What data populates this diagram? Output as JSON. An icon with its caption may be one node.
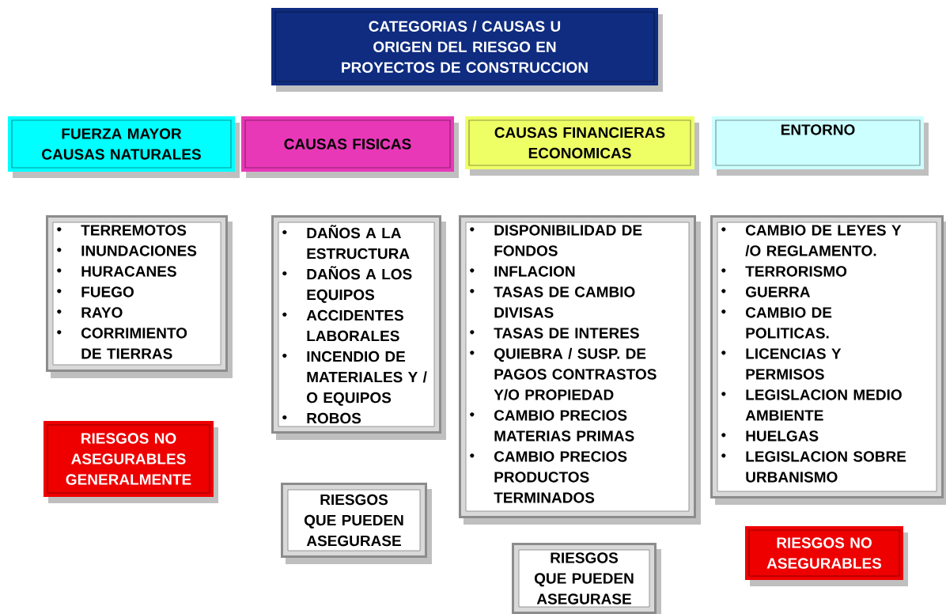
{
  "diagram": {
    "nodes": [
      {
        "text": [
          "CATEGORIAS / CAUSAS U ORIGEN DEL RIESGO EN PROYECTOS DE CONSTRUCCION"
        ]
      },
      {
        "text": [
          "FUERZA MAYOR CAUSAS NATURALES"
        ]
      },
      {
        "text": [
          "CAUSAS FISICAS"
        ]
      },
      {
        "text": [
          "CAUSAS FINANCIERAS ECONOMICAS"
        ]
      },
      {
        "text": [
          "ENTORNO"
        ]
      },
      {
        "text": [
          "TERREMOTOS",
          "INUNDACIONES",
          "HURACANES",
          "FUEGO",
          "RAYO",
          "CORRIMIENTO DE TIERRAS"
        ]
      },
      {
        "text": [
          "DAÑOS A LA ESTRUCTURA",
          "DAÑOS A LOS EQUIPOS",
          "ACCIDENTES LABORALES",
          "INCENDIO DE MATERIALES Y / O EQUIPOS",
          "ROBOS"
        ]
      },
      {
        "text": [
          "DISPONIBILIDAD DE FONDOS",
          "INFLACION",
          "TASAS DE CAMBIO DIVISAS",
          "TASAS DE INTERES",
          "QUIEBRA / SUSP. DE PAGOS CONTRASTOS Y/O PROPIEDAD",
          "CAMBIO PRECIOS MATERIAS PRIMAS",
          "CAMBIO PRECIOS PRODUCTOS TERMINADOS"
        ]
      },
      {
        "text": [
          "CAMBIO DE LEYES Y /O REGLAMENTO.",
          "TERRORISMO",
          "GUERRA",
          "CAMBIO DE POLITICAS.",
          "LICENCIAS Y PERMISOS",
          "LEGISLACION MEDIO AMBIENTE",
          "HUELGAS",
          "LEGISLACION SOBRE URBANISMO"
        ]
      },
      {
        "text": [
          "RIESGOS NO ASEGURABLES GENERALMENTE"
        ]
      },
      {
        "text": [
          "RIESGOS QUE PUEDEN ASEGURASE"
        ]
      },
      {
        "text": [
          "RIESGOS QUE PUEDEN ASEGURASE"
        ]
      },
      {
        "text": [
          "RIESGOS NO ASEGURABLES"
        ]
      }
    ]
  }
}
